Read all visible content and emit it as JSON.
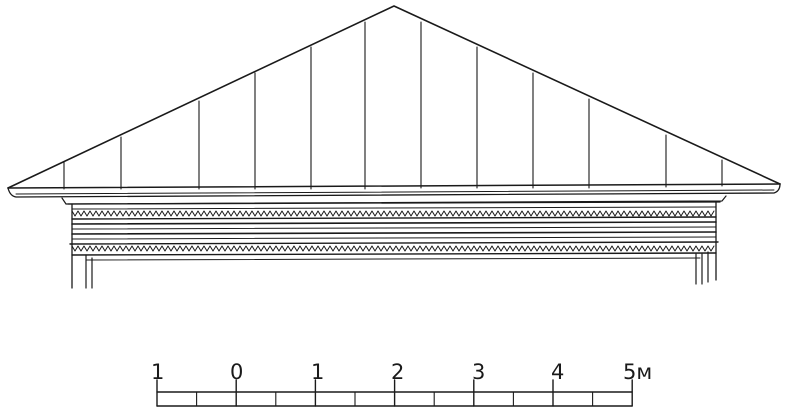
{
  "scale_bar": {
    "labels": [
      "1",
      "0",
      "1",
      "2",
      "3",
      "4",
      "5м"
    ]
  },
  "colors": {
    "ink": "#1a1a1a",
    "paper": "#ffffff"
  }
}
